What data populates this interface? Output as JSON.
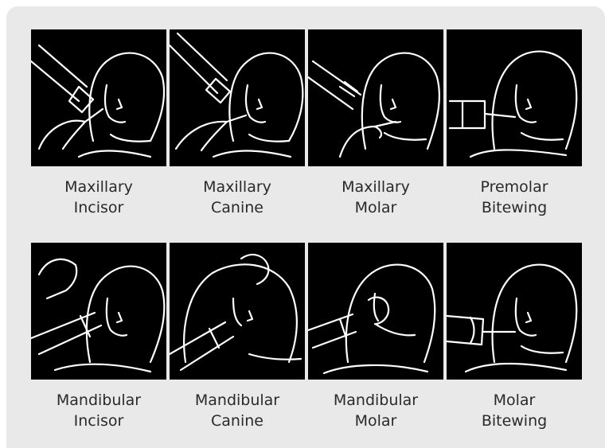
{
  "views": [
    {
      "line1": "Maxillary",
      "line2": "Incisor",
      "illustration": "maxillary-incisor-illustration"
    },
    {
      "line1": "Maxillary",
      "line2": "Canine",
      "illustration": "maxillary-canine-illustration"
    },
    {
      "line1": "Maxillary",
      "line2": "Molar",
      "illustration": "maxillary-molar-illustration"
    },
    {
      "line1": "Premolar",
      "line2": "Bitewing",
      "illustration": "premolar-bitewing-illustration"
    },
    {
      "line1": "Mandibular",
      "line2": "Incisor",
      "illustration": "mandibular-incisor-illustration"
    },
    {
      "line1": "Mandibular",
      "line2": "Canine",
      "illustration": "mandibular-canine-illustration"
    },
    {
      "line1": "Mandibular",
      "line2": "Molar",
      "illustration": "mandibular-molar-illustration"
    },
    {
      "line1": "Molar",
      "line2": "Bitewing",
      "illustration": "molar-bitewing-illustration"
    }
  ],
  "colors": {
    "panel": "#e9e9e9",
    "tile": "#000000",
    "line_art": "#ffffff",
    "text": "#2a2a2a"
  }
}
